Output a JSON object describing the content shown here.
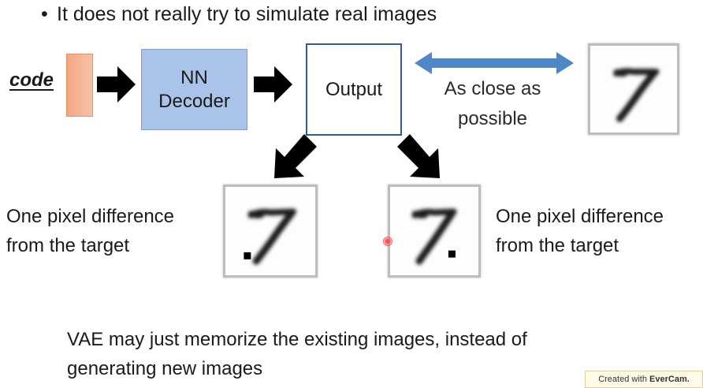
{
  "bullet": {
    "symbol": "•",
    "text": "It does not really try to simulate real images"
  },
  "diagram": {
    "code_label": "code",
    "decoder_label_line1": "NN",
    "decoder_label_line2": "Decoder",
    "output_label": "Output",
    "close_label_line1": "As close as",
    "close_label_line2": "possible"
  },
  "comparisons": {
    "left_caption_line1": "One pixel difference",
    "left_caption_line2": "from the target",
    "right_caption_line1": "One pixel difference",
    "right_caption_line2": "from the target"
  },
  "conclusion": {
    "line1": "VAE may just memorize the existing images, instead of",
    "line2": "generating new images"
  },
  "watermark": {
    "prefix": "Created with",
    "brand": "EverCam."
  },
  "colors": {
    "decoder_fill": "#a9c4e8",
    "code_fill": "#f2a784",
    "output_border": "#2e5d93",
    "double_arrow": "#4f86c6",
    "arrow": "#000000"
  }
}
